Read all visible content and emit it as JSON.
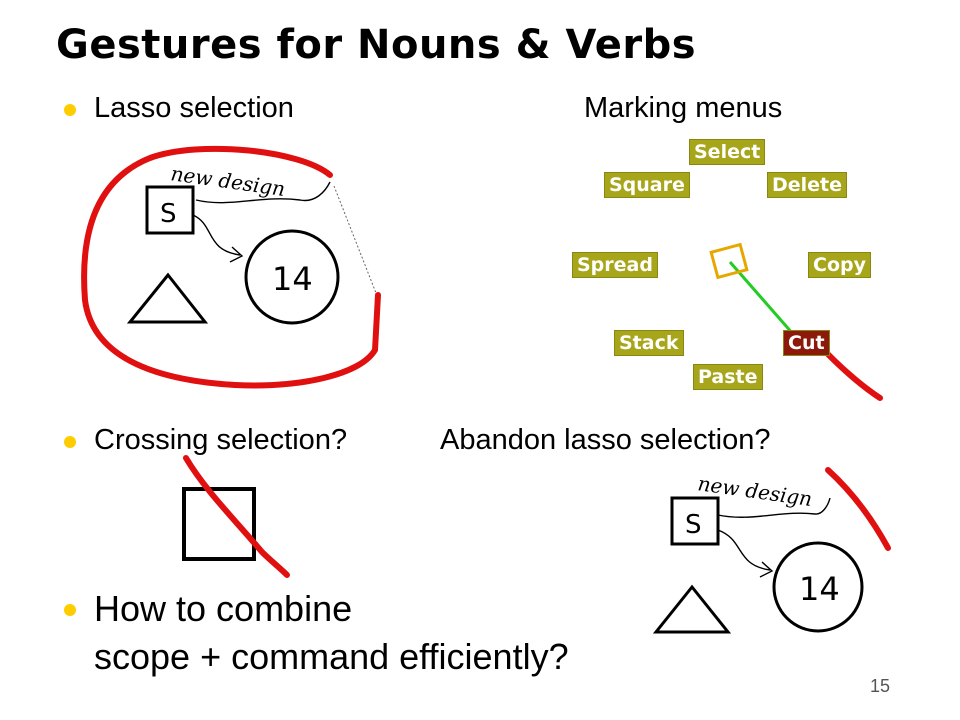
{
  "slide": {
    "title": "Gestures for Nouns & Verbs",
    "page_number": "15"
  },
  "bullets": {
    "lasso": "Lasso selection",
    "marking": "Marking menus",
    "crossing": "Crossing selection?",
    "abandon": "Abandon lasso selection?",
    "combine_line1": "How to combine",
    "combine_line2": "scope + command efficiently?"
  },
  "sketch": {
    "note_text": "new design",
    "square_letter": "S",
    "circle_number": "14"
  },
  "marking_menu": {
    "items": [
      "Select",
      "Square",
      "Delete",
      "Spread",
      "Copy",
      "Stack",
      "Cut",
      "Paste"
    ],
    "selected": "Cut"
  },
  "colors": {
    "bullet": "#ffcc00",
    "ink_red": "#e01010",
    "menu_item": "#a7a51a",
    "menu_selected": "#8b1a0a",
    "menu_stroke": "#22cc22"
  }
}
